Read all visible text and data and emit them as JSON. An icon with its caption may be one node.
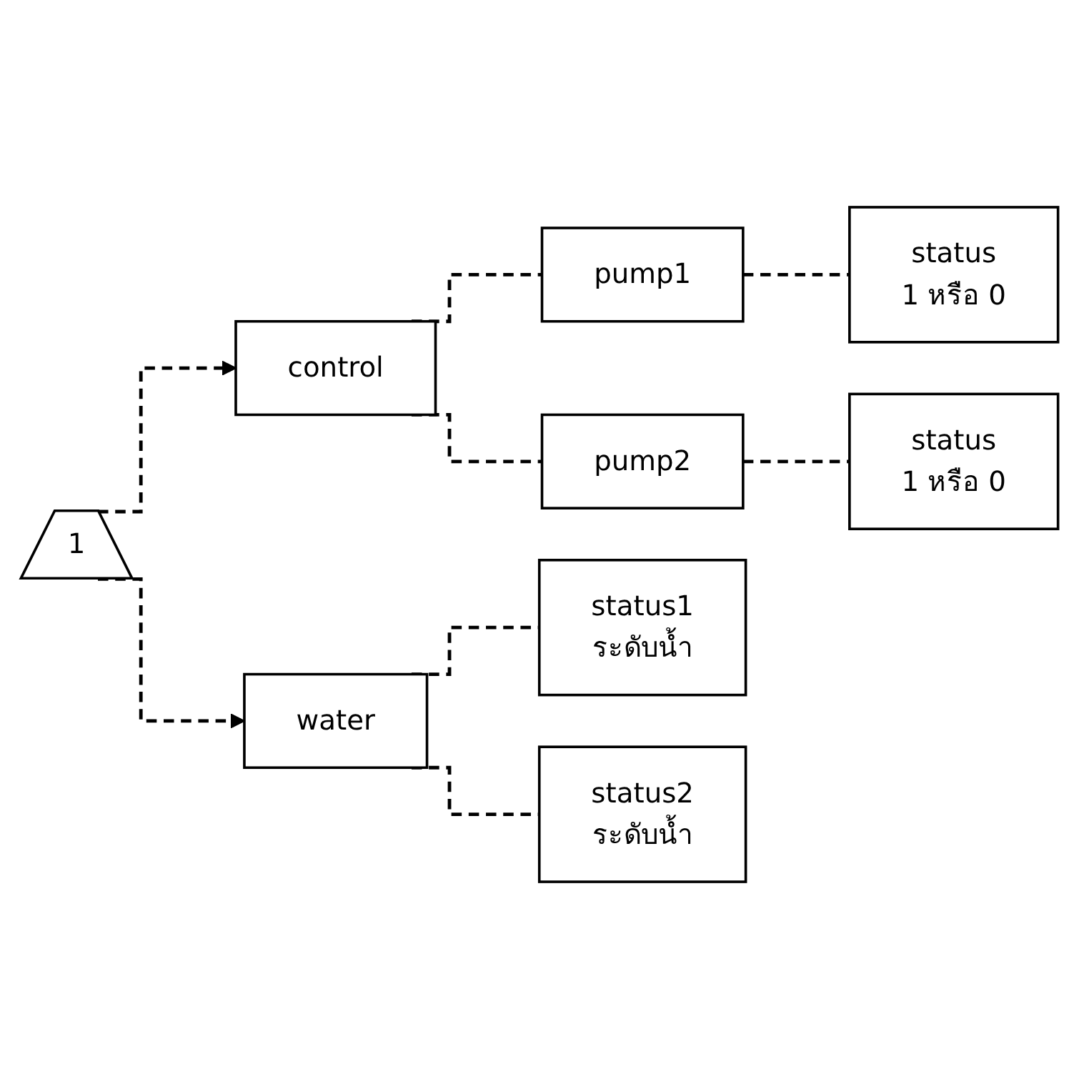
{
  "diagram": {
    "nodes": [
      {
        "text": [
          "1"
        ]
      },
      {
        "text": [
          "control"
        ]
      },
      {
        "text": [
          "pump1"
        ]
      },
      {
        "text": [
          "status",
          "1 หรือ 0"
        ]
      },
      {
        "text": [
          "pump2"
        ]
      },
      {
        "text": [
          "status",
          "1 หรือ 0"
        ]
      },
      {
        "text": [
          "water"
        ]
      },
      {
        "text": [
          "status1",
          "ระดับน้ำ"
        ]
      },
      {
        "text": [
          "status2",
          "ระดับน้ำ"
        ]
      }
    ],
    "edges": [
      {
        "from": 0,
        "to": 1,
        "arrow": "to",
        "style": "dashed"
      },
      {
        "from": 0,
        "to": 6,
        "arrow": "to",
        "style": "dashed"
      },
      {
        "from": 1,
        "to": 2,
        "arrow": "none",
        "style": "dashed"
      },
      {
        "from": 1,
        "to": 4,
        "arrow": "none",
        "style": "dashed"
      },
      {
        "from": 2,
        "to": 3,
        "arrow": "none",
        "style": "dashed"
      },
      {
        "from": 4,
        "to": 5,
        "arrow": "none",
        "style": "dashed"
      },
      {
        "from": 6,
        "to": 7,
        "arrow": "none",
        "style": "dashed"
      },
      {
        "from": 6,
        "to": 8,
        "arrow": "none",
        "style": "dashed"
      }
    ]
  }
}
